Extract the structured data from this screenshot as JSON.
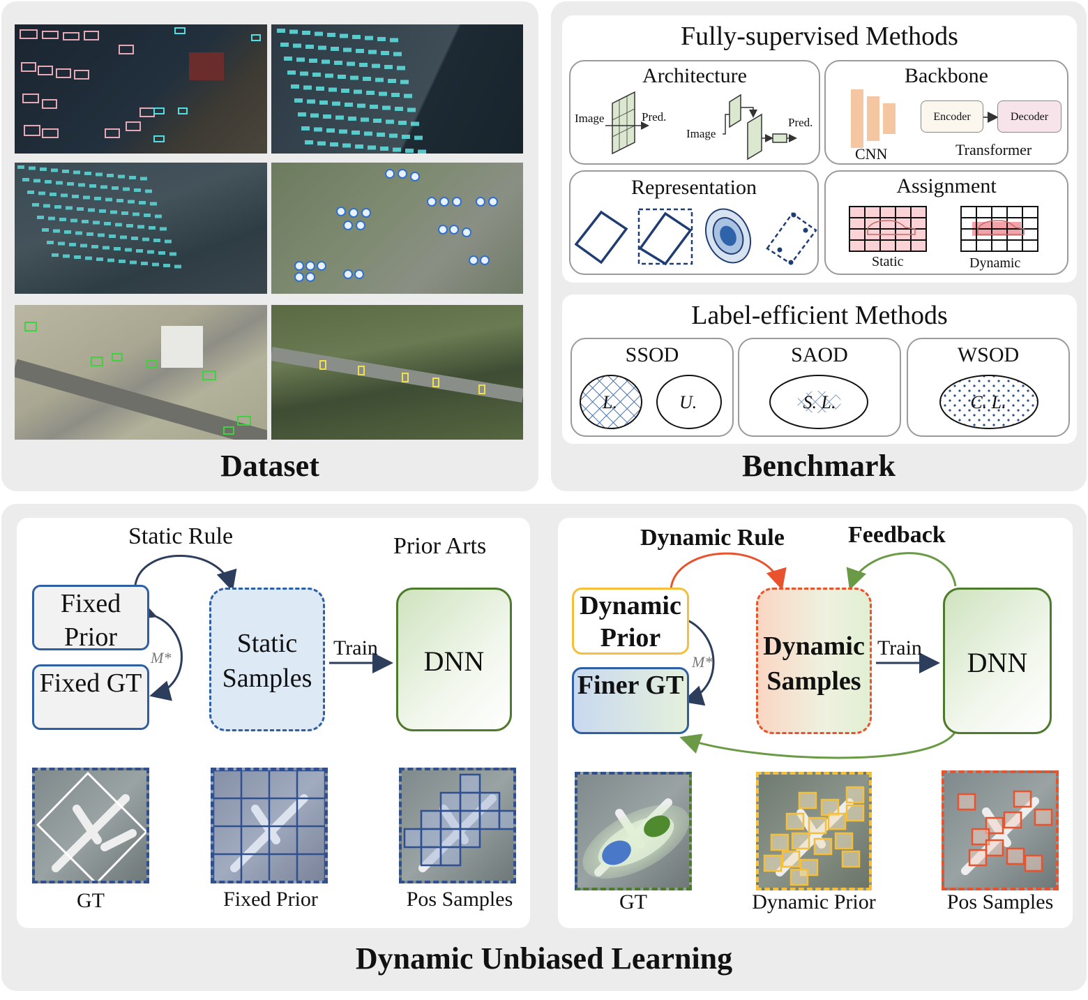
{
  "dataset": {
    "title": "Dataset"
  },
  "benchmark": {
    "title": "Benchmark",
    "fully_supervised": {
      "heading": "Fully-supervised Methods",
      "architecture": {
        "title": "Architecture",
        "image_label": "Image",
        "pred_label": "Pred.",
        "image_label_2": "Image",
        "pred_label_2": "Pred."
      },
      "backbone": {
        "title": "Backbone",
        "cnn_label": "CNN",
        "encoder_label": "Encoder",
        "decoder_label": "Decoder",
        "transformer_label": "Transformer"
      },
      "representation": {
        "title": "Representation"
      },
      "assignment": {
        "title": "Assignment",
        "static_label": "Static",
        "dynamic_label": "Dynamic"
      }
    },
    "label_efficient": {
      "heading": "Label-efficient Methods",
      "ssod": {
        "title": "SSOD",
        "labeled": "L.",
        "unlabeled": "U."
      },
      "saod": {
        "title": "SAOD",
        "label": "S. L."
      },
      "wsod": {
        "title": "WSOD",
        "label": "C. L."
      }
    }
  },
  "learning": {
    "title": "Dynamic Unbiased Learning",
    "prior_arts": {
      "heading": "Prior Arts",
      "rule": "Static Rule",
      "fixed_prior": "Fixed Prior",
      "fixed_gt": "Fixed GT",
      "metric": "M*",
      "samples": "Static Samples",
      "train": "Train",
      "model": "DNN",
      "captions": [
        "GT",
        "Fixed Prior",
        "Pos Samples"
      ]
    },
    "ours": {
      "rule": "Dynamic Rule",
      "feedback": "Feedback",
      "dynamic_prior": "Dynamic Prior",
      "finer_gt": "Finer GT",
      "metric": "M*",
      "samples": "Dynamic Samples",
      "train": "Train",
      "model": "DNN",
      "captions": [
        "GT",
        "Dynamic Prior",
        "Pos Samples"
      ]
    }
  },
  "colors": {
    "navy": "#1f3d73",
    "static_blue": "#2f5fa3",
    "dnn_green": "#4d7a2d",
    "dynamic_orange": "#e8532e",
    "prior_gold": "#f5bf3a",
    "backbone_orange": "#f4c6a2"
  }
}
